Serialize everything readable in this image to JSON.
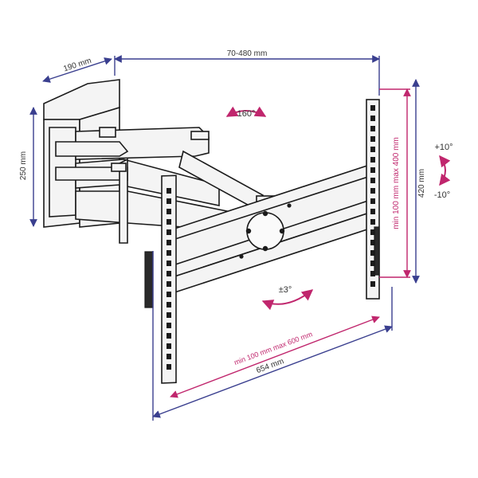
{
  "dimensions": {
    "top_width": "70-480 mm",
    "mount_depth": "190 mm",
    "mount_height": "250 mm",
    "vertical_range": "min 100 mm max 400 mm",
    "bracket_height": "420 mm",
    "horizontal_range": "min 100 mm max 600 mm",
    "bracket_width": "654 mm"
  },
  "rotations": {
    "swivel": "160°",
    "level": "±3°",
    "tilt_up": "+10°",
    "tilt_down": "-10°"
  },
  "colors": {
    "dimension_blue": "#3a3f8f",
    "dimension_pink": "#c0266d",
    "outline": "#1b1b1b"
  }
}
